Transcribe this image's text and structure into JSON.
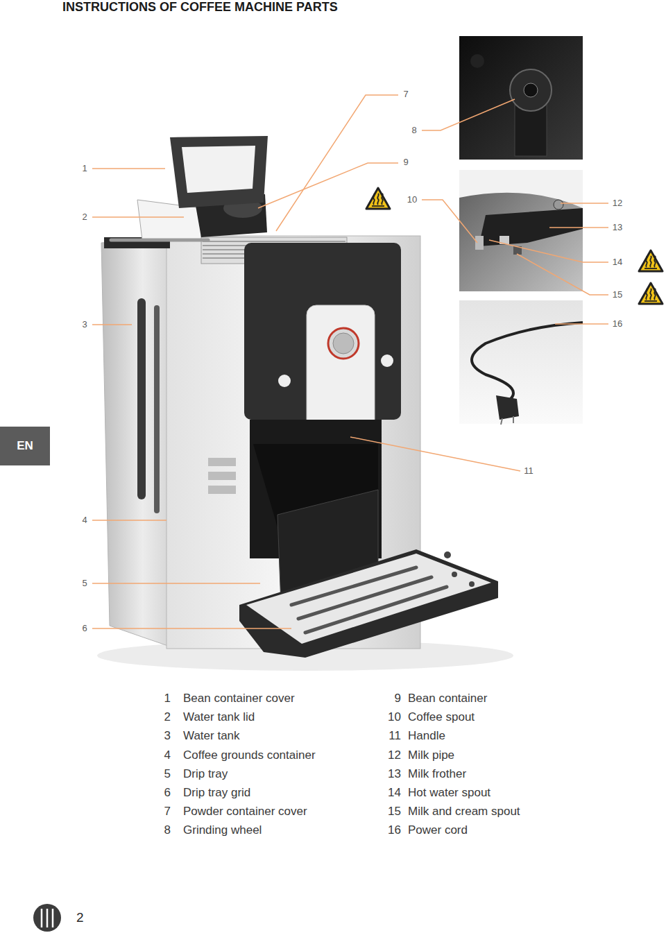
{
  "diagram": {
    "title": "INSTRUCTIONS OF COFFEE MACHINE PARTS",
    "nodes": [
      {
        "text": [
          "EN"
        ]
      }
    ],
    "labels": [
      "7",
      "8",
      "1",
      "9",
      "2",
      "10",
      "12",
      "13",
      "14",
      "15",
      "3",
      "16",
      "11",
      "4",
      "5",
      "6",
      "1",
      "Bean container cover",
      "2",
      "Water tank lid",
      "3",
      "Water tank",
      "4",
      "Coffee grounds container",
      "5",
      "Drip tray",
      "6",
      "Drip tray grid",
      "7",
      "Powder container cover",
      "8",
      "Grinding wheel",
      "9",
      "Bean container",
      "10",
      "Coffee spout",
      "11",
      "Handle",
      "12",
      "Milk pipe",
      "13",
      "Milk frother",
      "14",
      "Hot water spout",
      "15",
      "Milk and cream spout",
      "16",
      "Power cord",
      "2"
    ]
  }
}
